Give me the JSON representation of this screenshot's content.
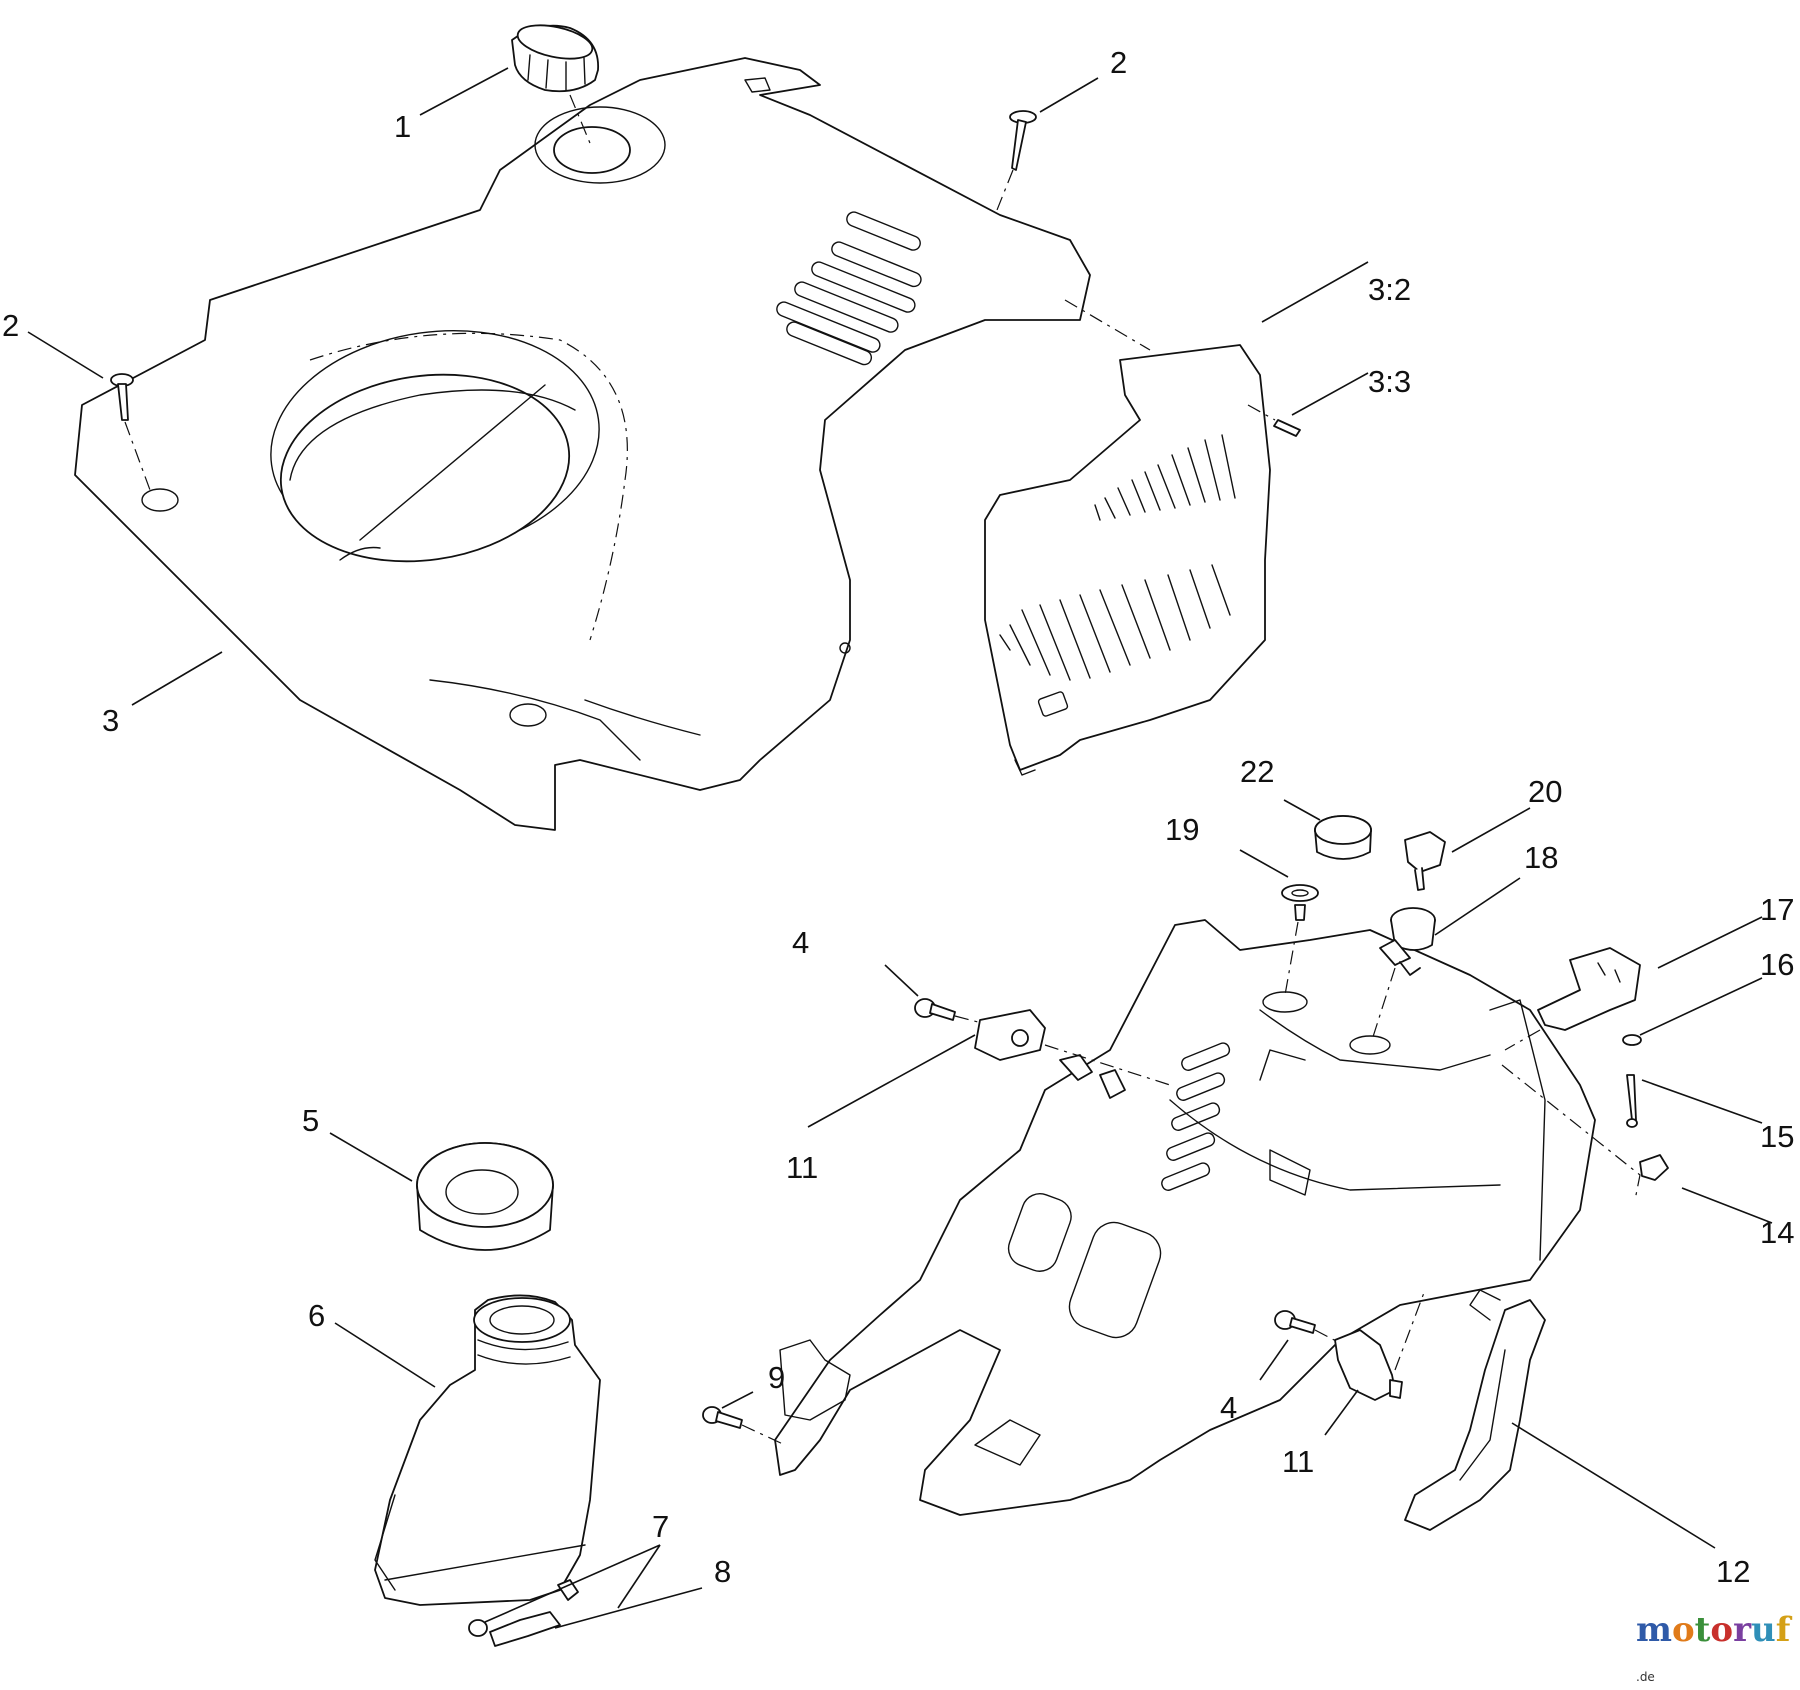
{
  "diagram": {
    "callouts": [
      {
        "id": "c1",
        "label": "1"
      },
      {
        "id": "c2a",
        "label": "2"
      },
      {
        "id": "c2b",
        "label": "2"
      },
      {
        "id": "c3",
        "label": "3"
      },
      {
        "id": "c32",
        "label": "3:2"
      },
      {
        "id": "c33",
        "label": "3:3"
      },
      {
        "id": "c4a",
        "label": "4"
      },
      {
        "id": "c4b",
        "label": "4"
      },
      {
        "id": "c5",
        "label": "5"
      },
      {
        "id": "c6",
        "label": "6"
      },
      {
        "id": "c7",
        "label": "7"
      },
      {
        "id": "c8",
        "label": "8"
      },
      {
        "id": "c9",
        "label": "9"
      },
      {
        "id": "c11a",
        "label": "11"
      },
      {
        "id": "c11b",
        "label": "11"
      },
      {
        "id": "c12",
        "label": "12"
      },
      {
        "id": "c14",
        "label": "14"
      },
      {
        "id": "c15",
        "label": "15"
      },
      {
        "id": "c16",
        "label": "16"
      },
      {
        "id": "c17",
        "label": "17"
      },
      {
        "id": "c18",
        "label": "18"
      },
      {
        "id": "c19",
        "label": "19"
      },
      {
        "id": "c20",
        "label": "20"
      },
      {
        "id": "c22",
        "label": "22"
      }
    ]
  },
  "watermark": {
    "letters": [
      "m",
      "o",
      "t",
      "o",
      "r",
      "u",
      "f"
    ],
    "letter_colors": [
      "#2f5aa8",
      "#e07b1a",
      "#3a8f3a",
      "#c8302c",
      "#7a3fa0",
      "#2f8fb8",
      "#d4a017"
    ],
    "suffix": ".de"
  }
}
